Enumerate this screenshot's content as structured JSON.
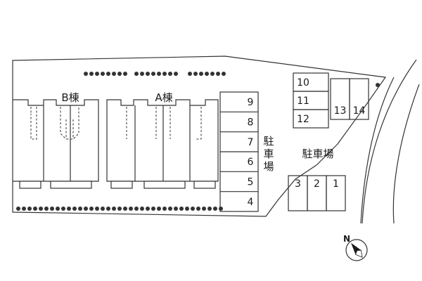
{
  "buildings": {
    "a": {
      "label": "A棟"
    },
    "b": {
      "label": "B棟"
    }
  },
  "parking": {
    "right_label": "駐車場",
    "center_label_chars": [
      "駐",
      "車",
      "場"
    ],
    "center_column": [
      "9",
      "8",
      "7",
      "6",
      "5",
      "4"
    ],
    "top_small_column": [
      "10",
      "11",
      "12"
    ],
    "top_pair": [
      "13",
      "14"
    ],
    "bottom_row": [
      "3",
      "2",
      "1"
    ]
  },
  "compass": {
    "label": "N"
  },
  "colors": {
    "line": "#333333",
    "fill": "#ffffff",
    "text": "#1a1a1a",
    "shrub": "#333333"
  }
}
